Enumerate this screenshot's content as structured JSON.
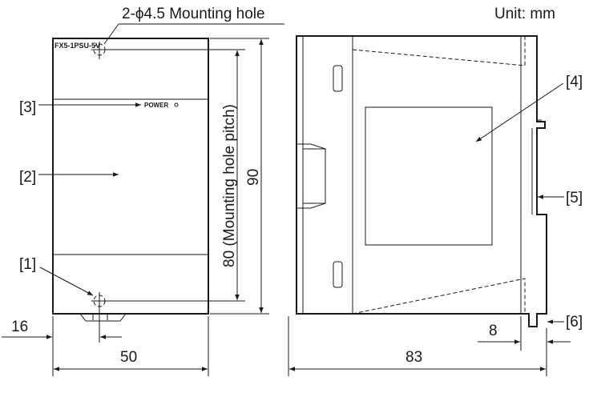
{
  "labels": {
    "mounting_hole": "2-ϕ4.5 Mounting hole",
    "unit": "Unit: mm",
    "model": "FX5-1PSU-5V",
    "power": "POWER",
    "pitch": "80 (Mounting hole pitch)",
    "dim_90": "90",
    "dim_16": "16",
    "dim_50": "50",
    "dim_83": "83",
    "dim_8": "8",
    "callout_1": "[1]",
    "callout_2": "[2]",
    "callout_3": "[3]",
    "callout_4": "[4]",
    "callout_5": "[5]",
    "callout_6": "[6]"
  }
}
